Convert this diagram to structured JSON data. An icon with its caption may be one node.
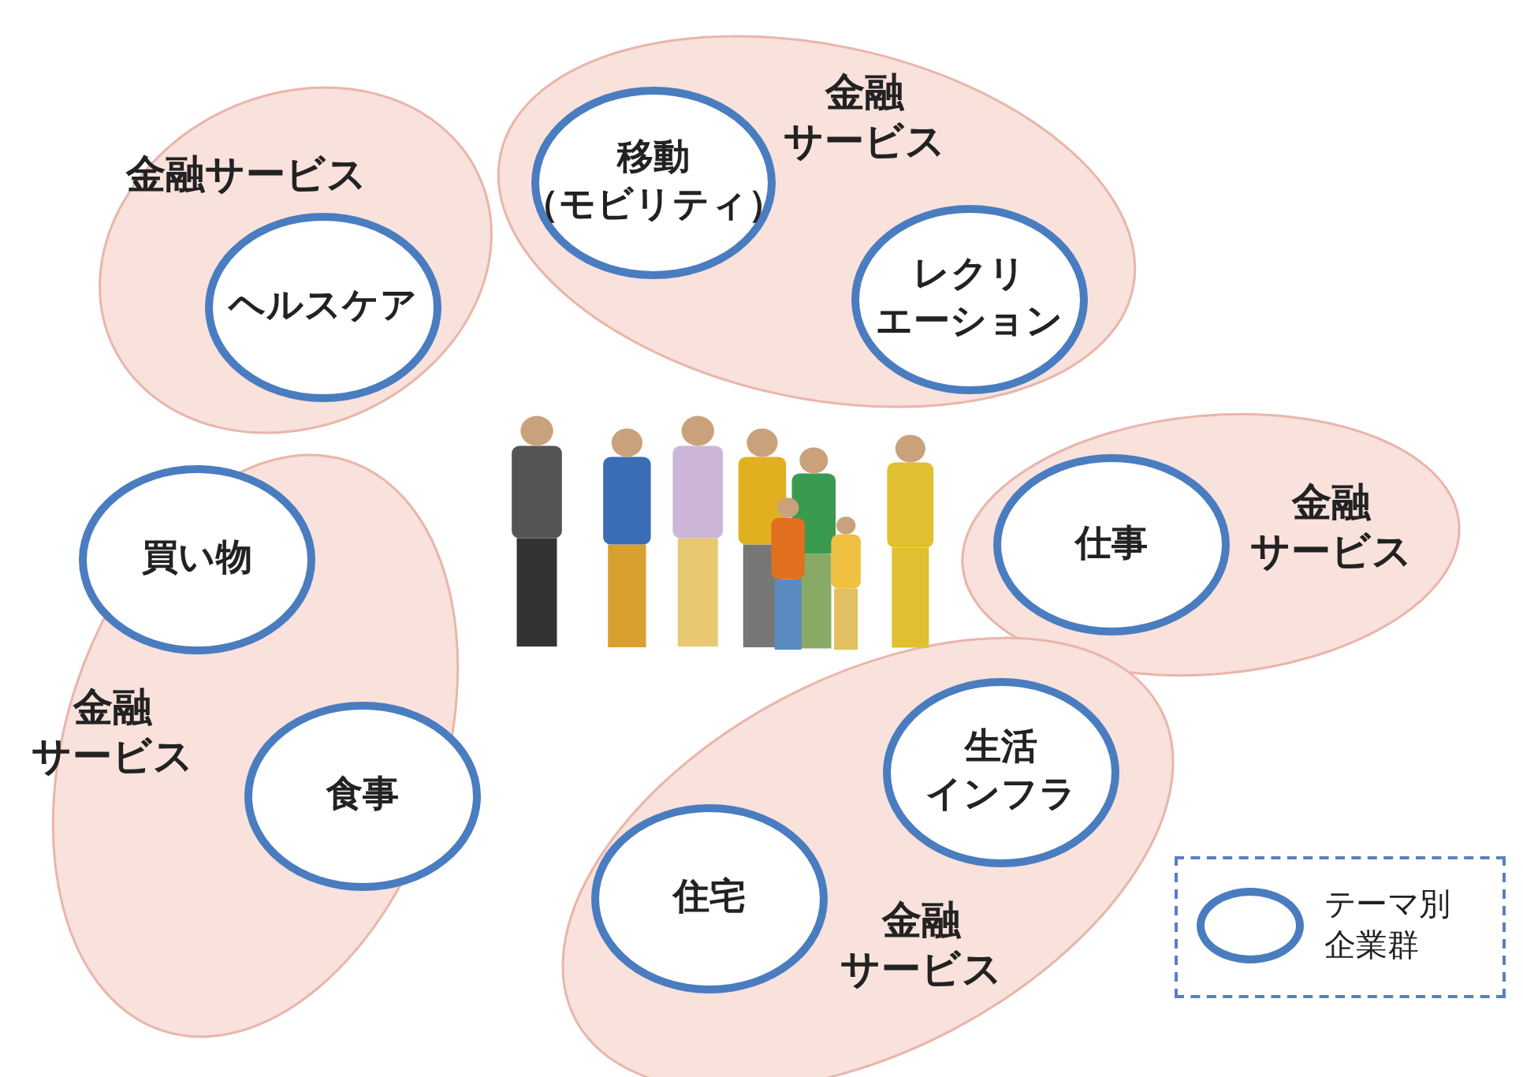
{
  "diagram": {
    "nodes": [
      {
        "text": [
          "金融サービス"
        ]
      },
      {
        "text": [
          "ヘルスケア"
        ],
        "in": 0
      },
      {
        "text": [
          "金融サービス"
        ]
      },
      {
        "text": [
          "移動（モビリティ）"
        ],
        "in": 2
      },
      {
        "text": [
          "レクリエーション"
        ],
        "in": 2
      },
      {
        "text": [
          "金融サービス"
        ]
      },
      {
        "text": [
          "仕事"
        ],
        "in": 5
      },
      {
        "text": [
          "金融サービス"
        ]
      },
      {
        "text": [
          "買い物"
        ],
        "in": 7
      },
      {
        "text": [
          "食事"
        ],
        "in": 7
      },
      {
        "text": [
          "金融サービス"
        ]
      },
      {
        "text": [
          "生活インフラ"
        ],
        "in": 10
      },
      {
        "text": [
          "住宅"
        ],
        "in": 10
      }
    ],
    "legend": [
      {
        "text": "テーマ別企業群"
      }
    ]
  }
}
